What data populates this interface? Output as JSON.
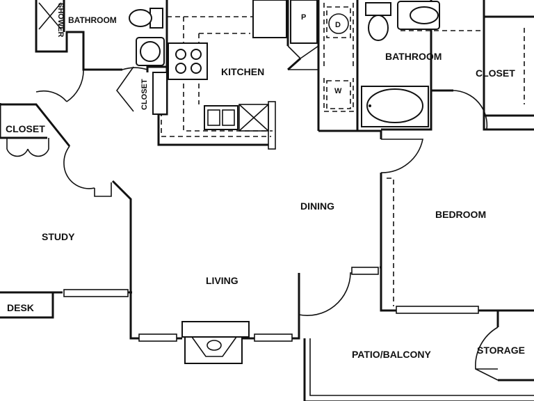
{
  "rooms": {
    "bathroom_left": "BATHROOM",
    "shower": "SHOWER",
    "closet_upper_left": "CLOSET",
    "closet_small": "CLOSET",
    "kitchen": "KITCHEN",
    "pantry": "P",
    "dryer": "D",
    "washer": "W",
    "bathroom_right": "BATHROOM",
    "closet_right": "CLOSET",
    "study": "STUDY",
    "desk": "DESK",
    "dining": "DINING",
    "living": "LIVING",
    "bedroom": "BEDROOM",
    "patio": "PATIO/BALCONY",
    "storage": "STORAGE"
  },
  "colors": {
    "line": "#111111",
    "background": "#ffffff"
  }
}
